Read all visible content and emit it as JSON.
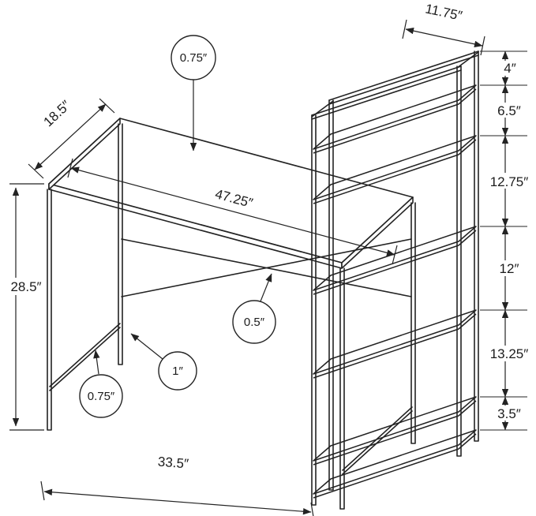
{
  "desk": {
    "width": "47.25″",
    "depth": "18.5″",
    "height": "28.5″",
    "top_thickness": "0.75″",
    "base_width": "33.5″",
    "crossbar_thickness": "0.5″",
    "leg_width": "1″",
    "leg_thickness": "0.75″"
  },
  "shelf": {
    "depth": "11.75″",
    "spacings": [
      "4″",
      "6.5″",
      "12.75″",
      "12″",
      "13.25″",
      "3.5″"
    ]
  }
}
